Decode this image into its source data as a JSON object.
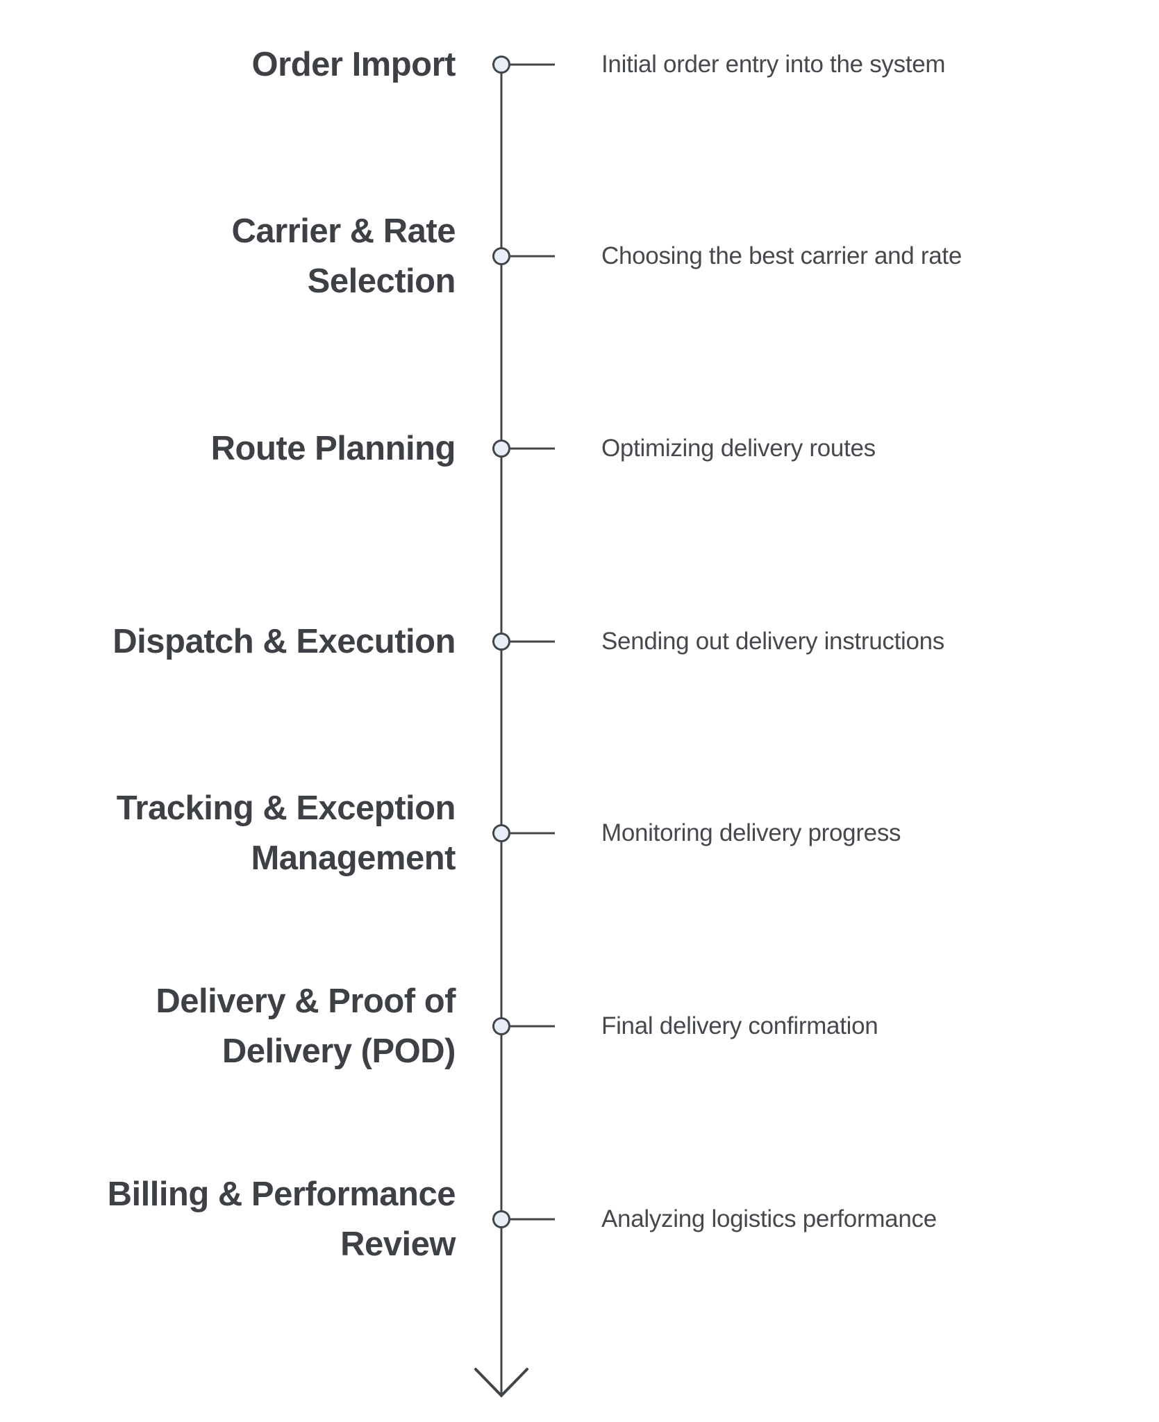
{
  "diagram": {
    "type": "vertical-timeline",
    "direction": "top-to-bottom",
    "arrow_end": "down"
  },
  "colors": {
    "line": "#40454a",
    "node_fill": "#e8eef7",
    "title_text": "#3d4145",
    "desc_text": "#45494d",
    "background": "#ffffff"
  },
  "timeline": {
    "steps": [
      {
        "title": "Order Import",
        "title_lines": [
          "Order Import"
        ],
        "description": "Initial order entry into the system"
      },
      {
        "title": "Carrier & Rate Selection",
        "title_lines": [
          "Carrier & Rate",
          "Selection"
        ],
        "description": "Choosing the best carrier and rate"
      },
      {
        "title": "Route Planning",
        "title_lines": [
          "Route Planning"
        ],
        "description": "Optimizing delivery routes"
      },
      {
        "title": "Dispatch & Execution",
        "title_lines": [
          "Dispatch & Execution"
        ],
        "description": "Sending out delivery instructions"
      },
      {
        "title": "Tracking & Exception Management",
        "title_lines": [
          "Tracking & Exception",
          "Management"
        ],
        "description": "Monitoring delivery progress"
      },
      {
        "title": "Delivery & Proof of Delivery (POD)",
        "title_lines": [
          "Delivery & Proof of",
          "Delivery (POD)"
        ],
        "description": "Final delivery confirmation"
      },
      {
        "title": "Billing & Performance Review",
        "title_lines": [
          "Billing & Performance",
          "Review"
        ],
        "description": "Analyzing logistics performance"
      }
    ]
  }
}
